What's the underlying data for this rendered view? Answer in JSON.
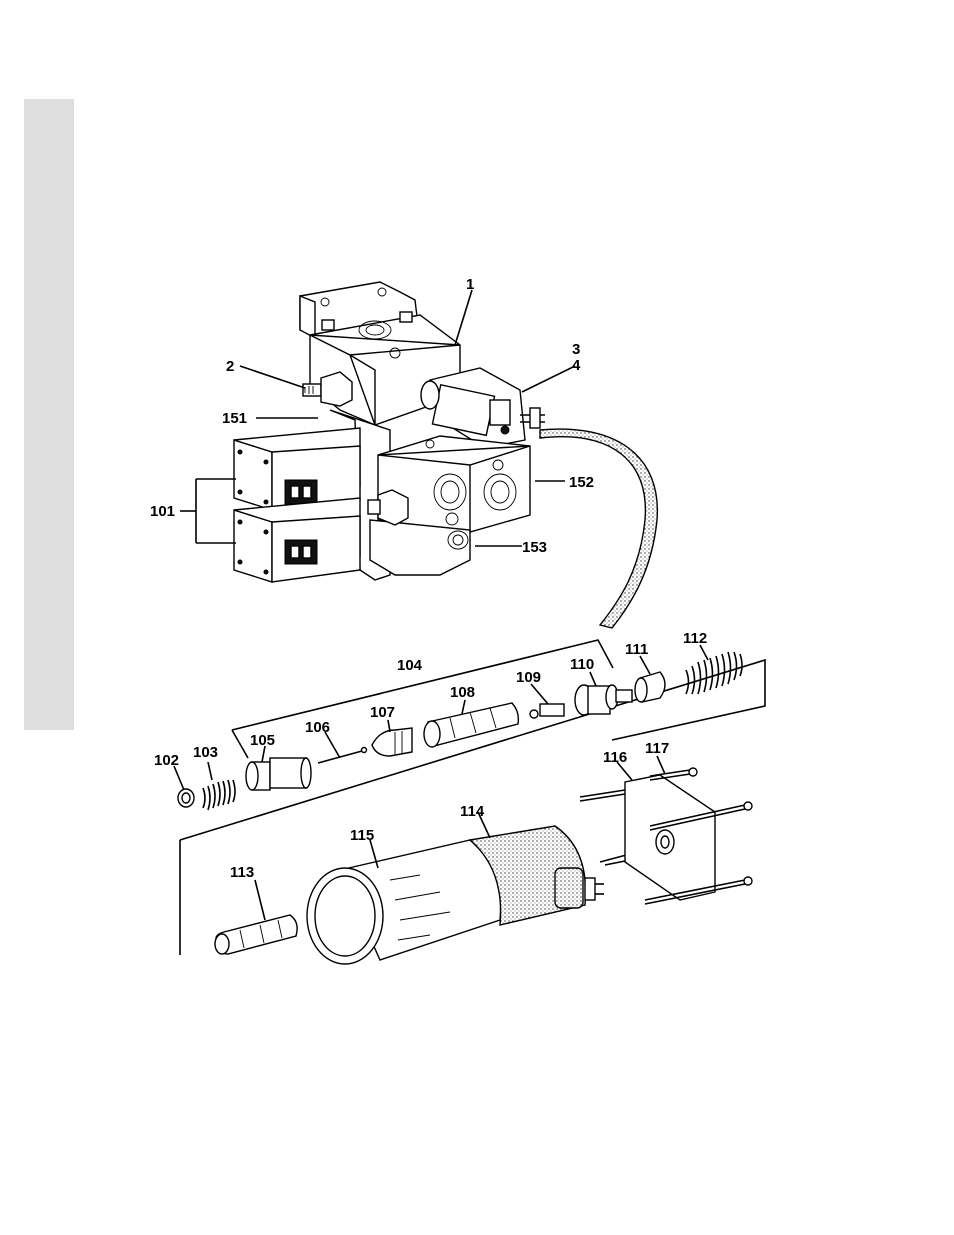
{
  "labels": {
    "l1": "1",
    "l2": "2",
    "l3": "3",
    "l4": "4",
    "l151": "151",
    "l152": "152",
    "l153": "153",
    "l101": "101",
    "l102": "102",
    "l103": "103",
    "l104": "104",
    "l105": "105",
    "l106": "106",
    "l107": "107",
    "l108": "108",
    "l109": "109",
    "l110": "110",
    "l111": "111",
    "l112": "112",
    "l113": "113",
    "l114": "114",
    "l115": "115",
    "l116": "116",
    "l117": "117"
  }
}
